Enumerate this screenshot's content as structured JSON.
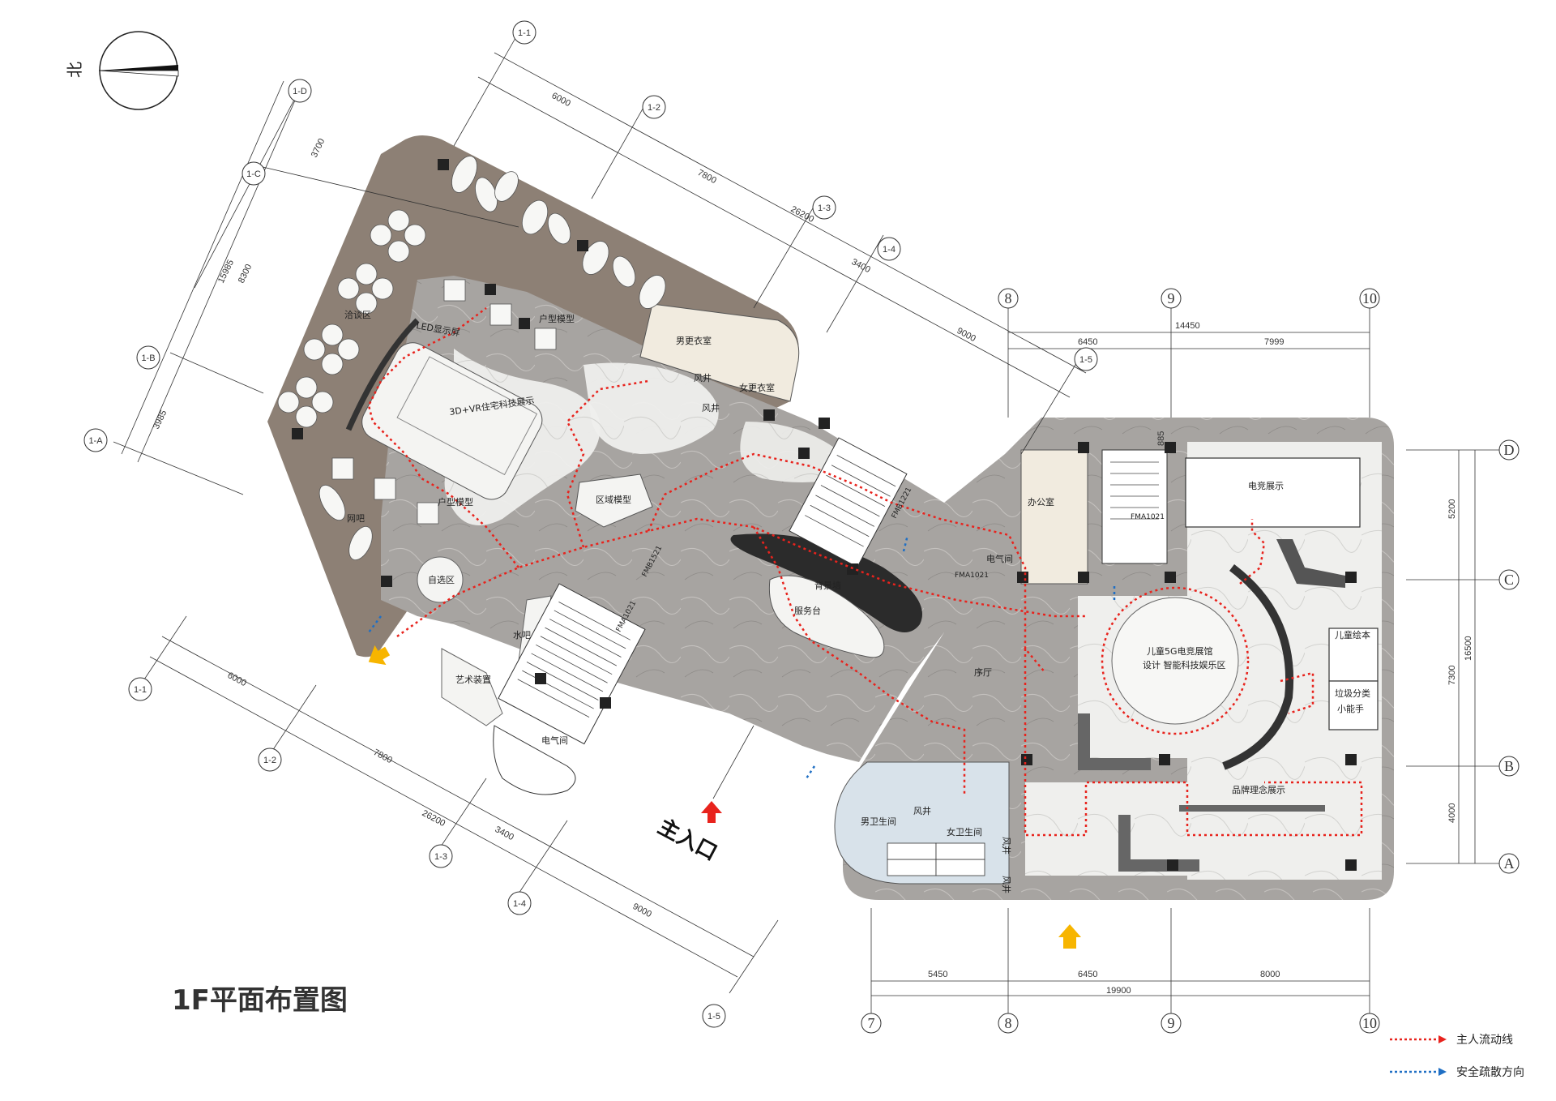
{
  "title": "1F平面布置图",
  "north_label": "北",
  "entrance": "主入口",
  "legend": {
    "main_flow": "主人流动线",
    "evacuation": "安全疏散方向",
    "main_flow_color": "#e8231d",
    "evacuation_color": "#1f6fc4"
  },
  "colors": {
    "lounge_floor": "#8d8075",
    "marble": "#a9a6a3",
    "light_marble": "#ececea",
    "dark": "#2b2b2b",
    "restroom": "#d8e2ea",
    "dressing": "#f1ebdf",
    "arrow_yellow": "#f7b500"
  },
  "rooms": {
    "negotiation": "洽谈区",
    "led": "LED显示屏",
    "model_a": "户型模型",
    "model_b": "户型模型",
    "vr": "3D+VR住宅科技展示",
    "internet_bar": "网吧",
    "region_model": "区域模型",
    "self_select": "自选区",
    "water_bar": "水吧",
    "art": "艺术装置",
    "elec_room_a": "电气间",
    "backdrop": "背景墙",
    "service_desk": "服务台",
    "lobby": "序厅",
    "men_dressing": "男更衣室",
    "women_dressing": "女更衣室",
    "air_shaft_a": "风井",
    "air_shaft_b": "风井",
    "office": "办公室",
    "elec_room_b": "电气间",
    "esports": "电竞展示",
    "kids_center_1": "儿童5G电竞展馆",
    "kids_center_2": "设计 智能科技娱乐区",
    "kids_book": "儿童绘本",
    "waste_1": "垃圾分类",
    "waste_2": "小能手",
    "brand": "品牌理念展示",
    "men_wc": "男卫生间",
    "women_wc": "女卫生间",
    "wc_shaft": "风井",
    "wind_shaft_c": "风井",
    "wind_shaft_d": "风井"
  },
  "door_tags": {
    "fmb1": "FMB1221",
    "fma1": "FMA1021",
    "fma2": "FMA1021",
    "fmb2": "FMB1521",
    "fma3": "FMA1021"
  },
  "axes": {
    "col_8": "8",
    "col_9": "9",
    "col_10": "10",
    "col_7": "7",
    "col_8b": "8",
    "col_9b": "9",
    "col_10b": "10",
    "row_d": "D",
    "row_c": "C",
    "row_b": "B",
    "row_a": "A",
    "r_11": "1-1",
    "r_12": "1-2",
    "r_13": "1-3",
    "r_14": "1-4",
    "r_15": "1-5",
    "r_1d": "1-D",
    "r_1c": "1-C",
    "r_1b": "1-B",
    "r_1a": "1-A",
    "b_11": "1-1",
    "b_12": "1-2",
    "b_13": "1-3",
    "b_14": "1-4",
    "b_15": "1-5"
  },
  "dimensions": {
    "top_6450": "6450",
    "top_7999": "7999",
    "top_14450": "14450",
    "bot_5450": "5450",
    "bot_6450": "6450",
    "bot_8000": "8000",
    "bot_19900": "19900",
    "right_5200": "5200",
    "right_7300": "7300",
    "right_4000": "4000",
    "right_16500": "16500",
    "diag_6000": "6000",
    "diag_7800": "7800",
    "diag_26200": "26200",
    "diag_3400": "3400",
    "diag_9000": "9000",
    "left_3700": "3700",
    "left_8300": "8300",
    "left_15985": "15985",
    "left_3985": "3985",
    "bdiag_6000": "6000",
    "bdiag_7800": "7800",
    "bdiag_26200": "26200",
    "bdiag_3400": "3400",
    "bdiag_9000": "9000",
    "small_885": "885"
  }
}
